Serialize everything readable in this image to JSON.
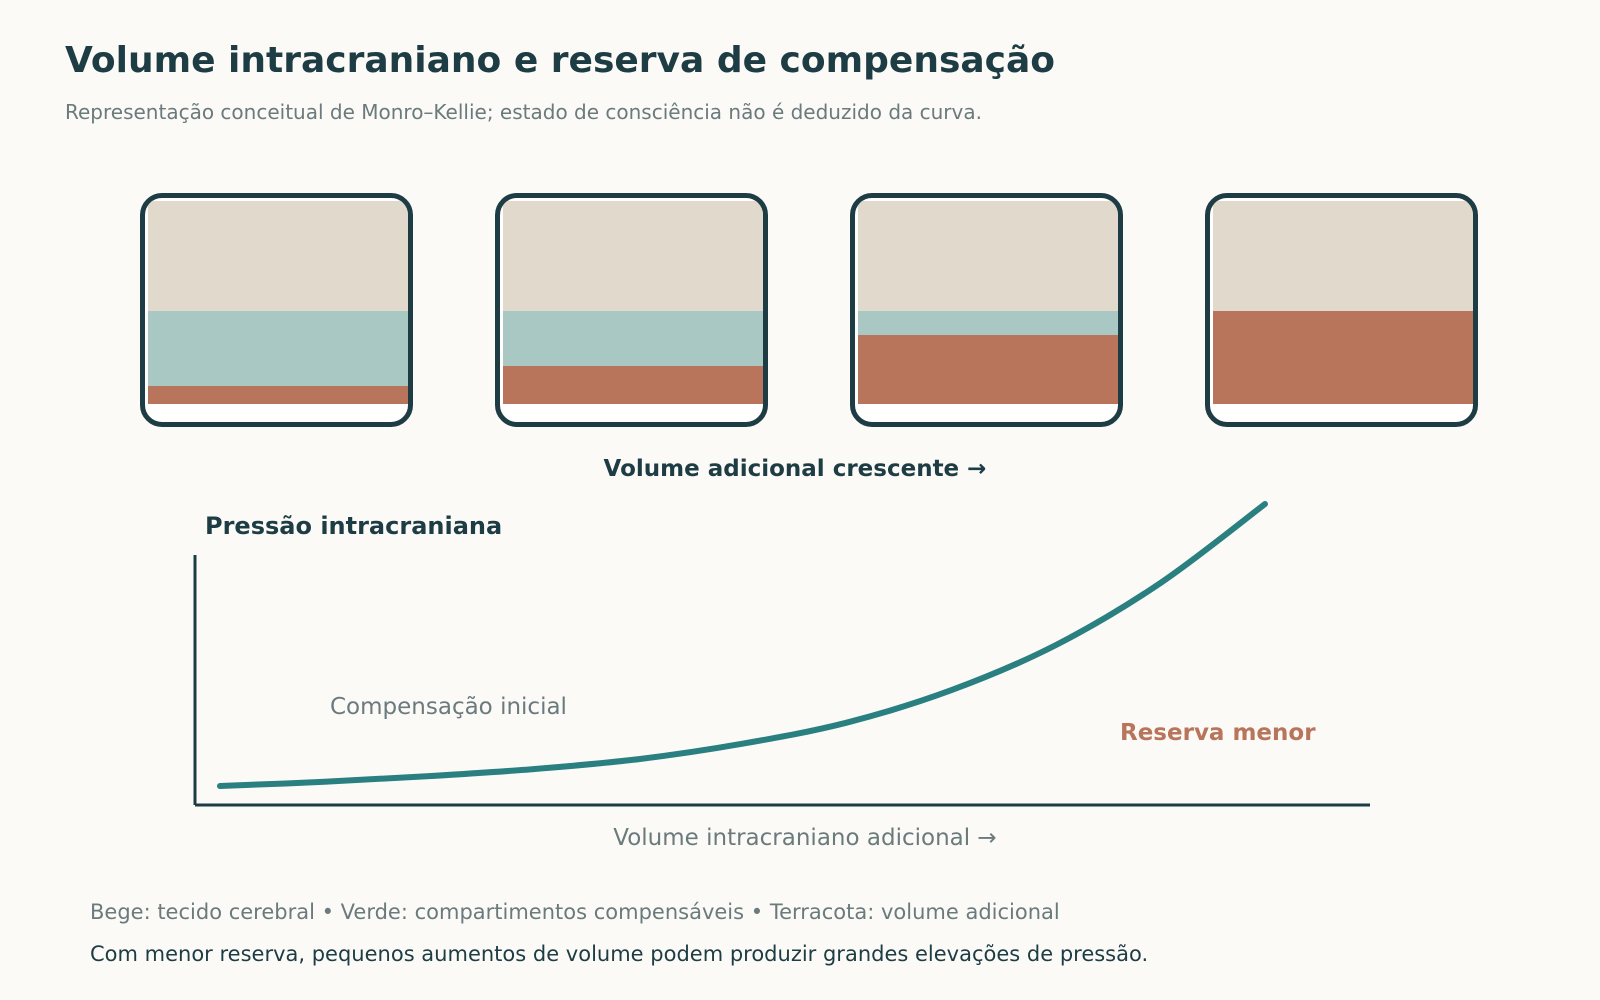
{
  "header": {
    "title": "Volume intracraniano e reserva de compensação",
    "subtitle": "Representação conceitual de Monro–Kellie; estado de consciência não é deduzido da curva."
  },
  "colors": {
    "brain_tissue": "#e0d9cc",
    "compensatory": "#a9c8c3",
    "added_volume": "#b8755b",
    "curve": "#2a7f80",
    "ink": "#1d3c43",
    "muted": "#6b7a7c"
  },
  "stages": [
    {
      "compensatory_fraction": 0.37,
      "added_fraction": 0.09
    },
    {
      "compensatory_fraction": 0.27,
      "added_fraction": 0.19
    },
    {
      "compensatory_fraction": 0.12,
      "added_fraction": 0.34
    },
    {
      "compensatory_fraction": 0.0,
      "added_fraction": 0.46
    }
  ],
  "stages_caption": "Volume adicional crescente →",
  "chart_data": {
    "type": "line",
    "title": "",
    "ylabel": "Pressão intracraniana",
    "xlabel": "Volume intracraniano adicional →",
    "annotations": [
      {
        "text": "Compensação inicial",
        "style": "muted"
      },
      {
        "text": "Reserva menor",
        "style": "accent"
      }
    ],
    "series": [
      {
        "x": [
          0,
          0.1,
          0.2,
          0.3,
          0.4,
          0.5,
          0.6,
          0.7,
          0.8,
          0.9,
          1.0
        ],
        "y": [
          0,
          0.015,
          0.035,
          0.06,
          0.095,
          0.15,
          0.225,
          0.34,
          0.5,
          0.72,
          1.0
        ]
      }
    ],
    "xlim": [
      0,
      1.1
    ],
    "ylim": [
      0,
      1.08
    ],
    "grid": false
  },
  "footer": {
    "legend": "Bege: tecido cerebral • Verde: compartimentos compensáveis • Terracota: volume adicional",
    "note": "Com menor reserva, pequenos aumentos de volume podem produzir grandes elevações de pressão."
  }
}
